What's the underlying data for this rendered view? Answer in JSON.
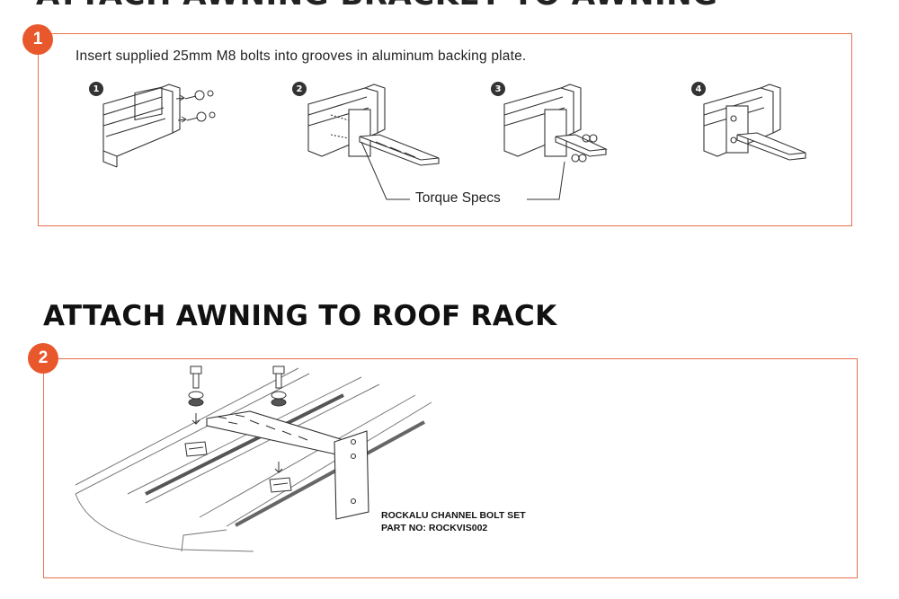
{
  "top_heading_partial": "ATTACH AWNING BRACKET TO AWNING",
  "step1": {
    "number": "1",
    "instruction": "Insert supplied 25mm M8 bolts into grooves in aluminum backing plate.",
    "substeps": [
      "1",
      "2",
      "3",
      "4"
    ],
    "callout": "Torque Specs"
  },
  "section2": {
    "heading": "ATTACH AWNING TO ROOF RACK",
    "number": "2",
    "part_name": "ROCKALU CHANNEL BOLT SET",
    "part_no": "PART NO: ROCKVIS002"
  },
  "colors": {
    "accent": "#e8582c",
    "border": "#e8704f"
  },
  "icons": [
    "step-badge-icon",
    "bolt-icon",
    "washer-icon",
    "channel-nut-icon",
    "down-arrow-icon"
  ]
}
